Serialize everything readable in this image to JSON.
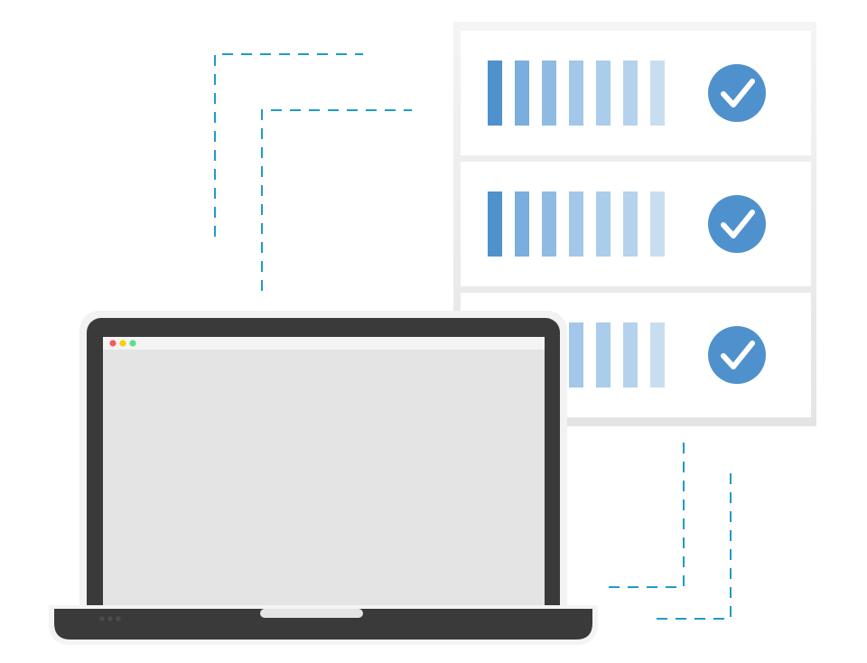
{
  "illustration": {
    "servers": [
      {
        "status": "ok",
        "status_icon": "check-circle-icon"
      },
      {
        "status": "ok",
        "status_icon": "check-circle-icon"
      },
      {
        "status": "ok",
        "status_icon": "check-circle-icon"
      }
    ],
    "laptop": {
      "window_controls": [
        "close",
        "minimize",
        "maximize"
      ],
      "screen_content": "blank"
    },
    "colors": {
      "accent_blue": "#4F91CD",
      "bar_dark": "#4F91CD",
      "bar_light": "#C9DDF0",
      "dashed_connector": "#1E9BC8",
      "laptop_body": "#3A3A3A",
      "screen_bg": "#E4E4E4",
      "close_dot": "#F45B5B",
      "minimize_dot": "#F5D100",
      "maximize_dot": "#5BE08B"
    }
  }
}
